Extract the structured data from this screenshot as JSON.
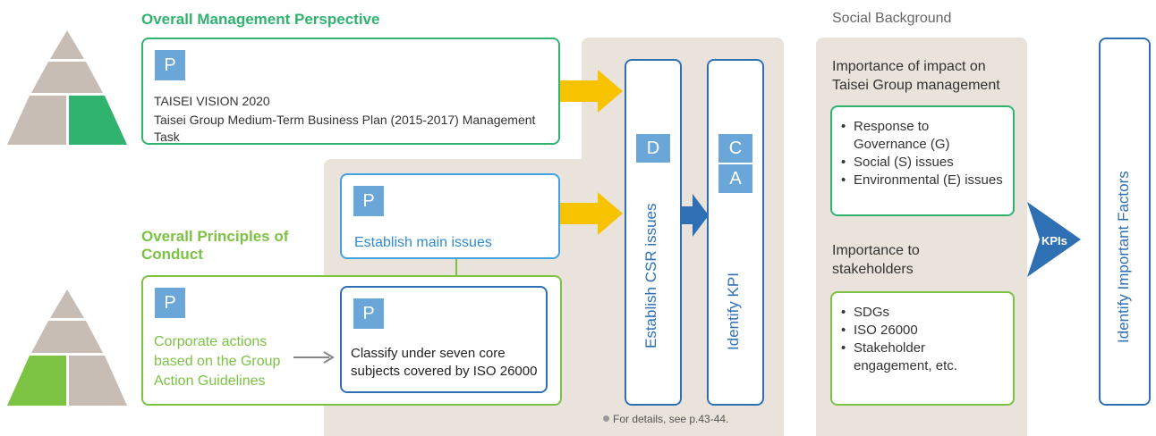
{
  "headings": {
    "overall_management": "Overall Management Perspective",
    "overall_principles": "Overall Principles of Conduct",
    "social_background": "Social Background"
  },
  "management_box": {
    "badge": "P",
    "line1": "TAISEI VISION 2020",
    "line2": "Taisei Group Medium-Term Business Plan (2015-2017) Management Task"
  },
  "main_issues_box": {
    "badge": "P",
    "text": "Establish main issues"
  },
  "principles_box": {
    "badge": "P",
    "text": "Corporate actions based on the Group Action Guidelines"
  },
  "iso_box": {
    "badge": "P",
    "text": "Classify under seven core subjects covered by ISO 26000"
  },
  "csr_column": {
    "badge": "D",
    "text": "Establish CSR issues"
  },
  "kpi_column": {
    "badge_c": "C",
    "badge_a": "A",
    "text": "Identify KPI"
  },
  "note": "For details, see p.43-44.",
  "social": {
    "impact_title": "Importance of impact on Taisei Group management",
    "impact_items": [
      "Response to Governance (G)",
      "Social (S) issues",
      "Environmental (E) issues"
    ],
    "stakeholder_title": "Importance to stakeholders",
    "stakeholder_items": [
      "SDGs",
      "ISO 26000",
      "Stakeholder engagement, etc."
    ]
  },
  "kpis_label": "KPIs",
  "important_factors": "Identify Important Factors",
  "colors": {
    "green": "#2fb36f",
    "light_green": "#7cc243",
    "blue": "#2f6fb4",
    "light_blue": "#42a3e0",
    "badge_blue": "#6aa7d8",
    "yellow_arrow": "#f7c300",
    "panel": "#e9e3dc",
    "pyramid_gray": "#c7bdb4"
  }
}
